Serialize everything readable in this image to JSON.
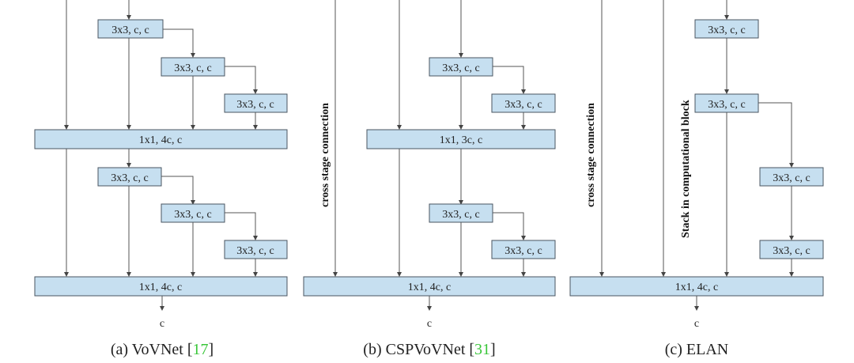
{
  "diagrams": [
    {
      "id": "vovnet",
      "caption": {
        "prefix": "(a) VoVNet [",
        "cite": "17",
        "suffix": "]"
      },
      "boxes": {
        "b1": "3x3, c, c",
        "b2": "3x3, c, c",
        "b3": "3x3, c, c",
        "agg1": "1x1, 4c, c",
        "b4": "3x3, c, c",
        "b5": "3x3, c, c",
        "b6": "3x3, c, c",
        "agg2": "1x1, 4c, c"
      },
      "output": "c"
    },
    {
      "id": "cspvovnet",
      "caption": {
        "prefix": "(b) CSPVoVNet [",
        "cite": "31",
        "suffix": "]"
      },
      "side_label": "cross stage connection",
      "boxes": {
        "b1": "3x3, c, c",
        "b2": "3x3, c, c",
        "agg1": "1x1, 3c, c",
        "b3": "3x3, c, c",
        "b4": "3x3, c, c",
        "agg2": "1x1, 4c, c"
      },
      "output": "c"
    },
    {
      "id": "elan",
      "caption": {
        "prefix": "(c) ELAN",
        "cite": "",
        "suffix": ""
      },
      "side_label": "cross stage connection",
      "stack_label": "Stack in computational block",
      "boxes": {
        "b1": "3x3, c, c",
        "b2": "3x3, c, c",
        "b3": "3x3, c, c",
        "b4": "3x3, c, c",
        "agg": "1x1, 4c, c"
      },
      "output": "c"
    }
  ],
  "colors": {
    "box_fill": "#c6dff0",
    "box_stroke": "#4a5560",
    "line": "#555555",
    "citation": "#39c639"
  }
}
